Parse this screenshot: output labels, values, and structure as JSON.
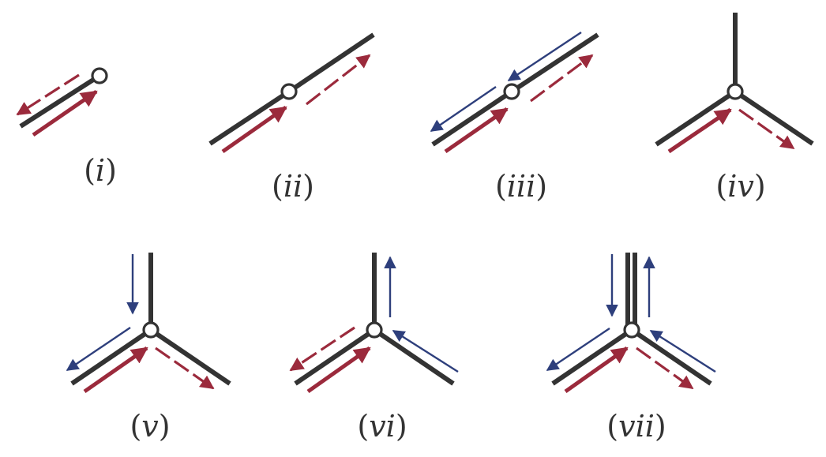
{
  "colors": {
    "line": "#333333",
    "vertex_stroke": "#333333",
    "vertex_fill": "#ffffff",
    "red_arrow": "#9b2a3c",
    "blue_arrow": "#2e3f7c"
  },
  "captions": [
    {
      "id": "i",
      "open": "(",
      "roman": "i",
      "close": ")"
    },
    {
      "id": "ii",
      "open": "(",
      "roman": "ii",
      "close": ")"
    },
    {
      "id": "iii",
      "open": "(",
      "roman": "iii",
      "close": ")"
    },
    {
      "id": "iv",
      "open": "(",
      "roman": "iv",
      "close": ")"
    },
    {
      "id": "v",
      "open": "(",
      "roman": "v",
      "close": ")"
    },
    {
      "id": "vi",
      "open": "(",
      "roman": "vi",
      "close": ")"
    },
    {
      "id": "vii",
      "open": "(",
      "roman": "vii",
      "close": ")"
    }
  ]
}
